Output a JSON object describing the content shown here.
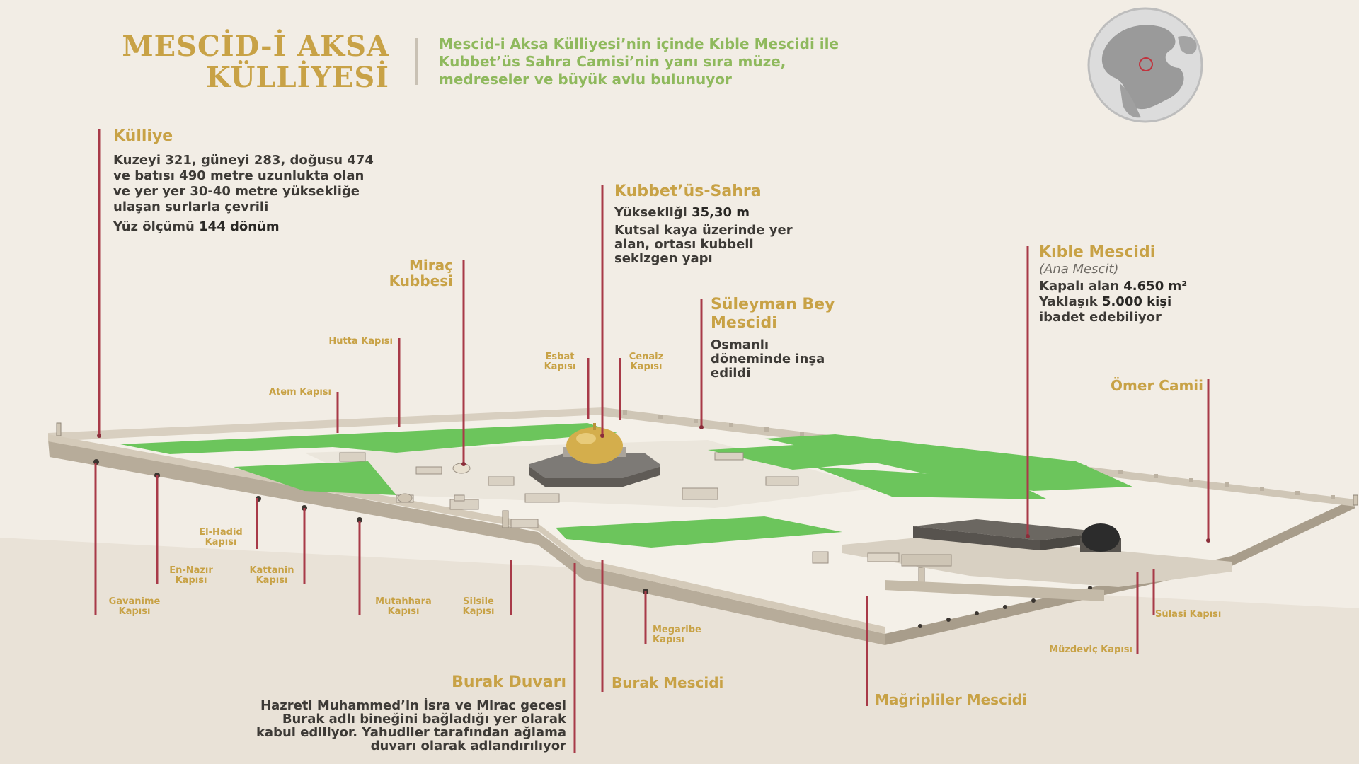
{
  "header": {
    "title_line1": "MESCİD-İ AKSA",
    "title_line2": "KÜLLİYESİ",
    "subtitle_line1": "Mescid-i Aksa Külliyesi’nin içinde Kıble Mescidi ile",
    "subtitle_line2": "Kubbet’üs Sahra Camisi’nin yanı sıra müze,",
    "subtitle_line3": "medreseler ve büyük avlu bulunuyor"
  },
  "kulliye": {
    "title": "Külliye",
    "line1": "Kuzeyi 321, güneyi 283, doğusu 474",
    "line2": "ve batısı 490 metre uzunlukta olan",
    "line3": "ve yer yer 30-40 metre yüksekliğe",
    "line4": "ulaşan surlarla çevrili",
    "area_prefix": "Yüz ölçümü ",
    "area_value": "144 dönüm"
  },
  "kubbetus_sahra": {
    "title": "Kubbet’üs-Sahra",
    "height_prefix": "Yüksekliği ",
    "height_value": "35,30 m",
    "line1": "Kutsal kaya üzerinde yer",
    "line2": "alan, ortası kubbeli",
    "line3": "sekizgen yapı"
  },
  "kible_mescidi": {
    "title": "Kıble Mescidi",
    "subtitle": "(Ana Mescit)",
    "area_prefix": "Kapalı alan ",
    "area_value": "4.650 m²",
    "capacity_prefix": "Yaklaşık ",
    "capacity_value": "5.000 kişi",
    "capacity_suffix": "ibadet edebiliyor"
  },
  "suleyman_bey": {
    "title_line1": "Süleyman Bey",
    "title_line2": "Mescidi",
    "line1": "Osmanlı",
    "line2": "döneminde inşa",
    "line3": "edildi"
  },
  "mirac": {
    "line1": "Miraç",
    "line2": "Kubbesi"
  },
  "omer_camii": "Ömer Camii",
  "burak_duvari": {
    "title": "Burak Duvarı",
    "line1": "Hazreti Muhammed’in İsra ve Mirac gecesi",
    "line2": "Burak adlı bineğini bağladığı yer olarak",
    "line3": "kabul ediliyor. Yahudiler tarafından ağlama",
    "line4": "duvarı olarak adlandırılıyor"
  },
  "burak_mescidi": "Burak Mescidi",
  "magripliler_mescidi": "Mağripliler Mescidi",
  "gates": {
    "hutta": "Hutta Kapısı",
    "atem": "Atem Kapısı",
    "esbat_1": "Esbat",
    "esbat_2": "Kapısı",
    "cenaiz_1": "Cenaiz",
    "cenaiz_2": "Kapısı",
    "el_hadid_1": "El-Hadid",
    "el_hadid_2": "Kapısı",
    "en_nazir_1": "En-Nazır",
    "en_nazir_2": "Kapısı",
    "kattanin_1": "Kattanin",
    "kattanin_2": "Kapısı",
    "gavanime_1": "Gavanime",
    "gavanime_2": "Kapısı",
    "mutahhara_1": "Mutahhara",
    "mutahhara_2": "Kapısı",
    "silsile_1": "Silsile",
    "silsile_2": "Kapısı",
    "megaribe_1": "Megaribe",
    "megaribe_2": "Kapısı",
    "sulasi": "Sülasi Kapısı",
    "muzdevic": "Müzdeviç Kapısı"
  },
  "colors": {
    "gold": "#c8a246",
    "green_text": "#8fb95d",
    "leader": "#a83a48",
    "grass": "#6cc55c",
    "wall": "#c9bfae",
    "background": "#f2ede5"
  }
}
